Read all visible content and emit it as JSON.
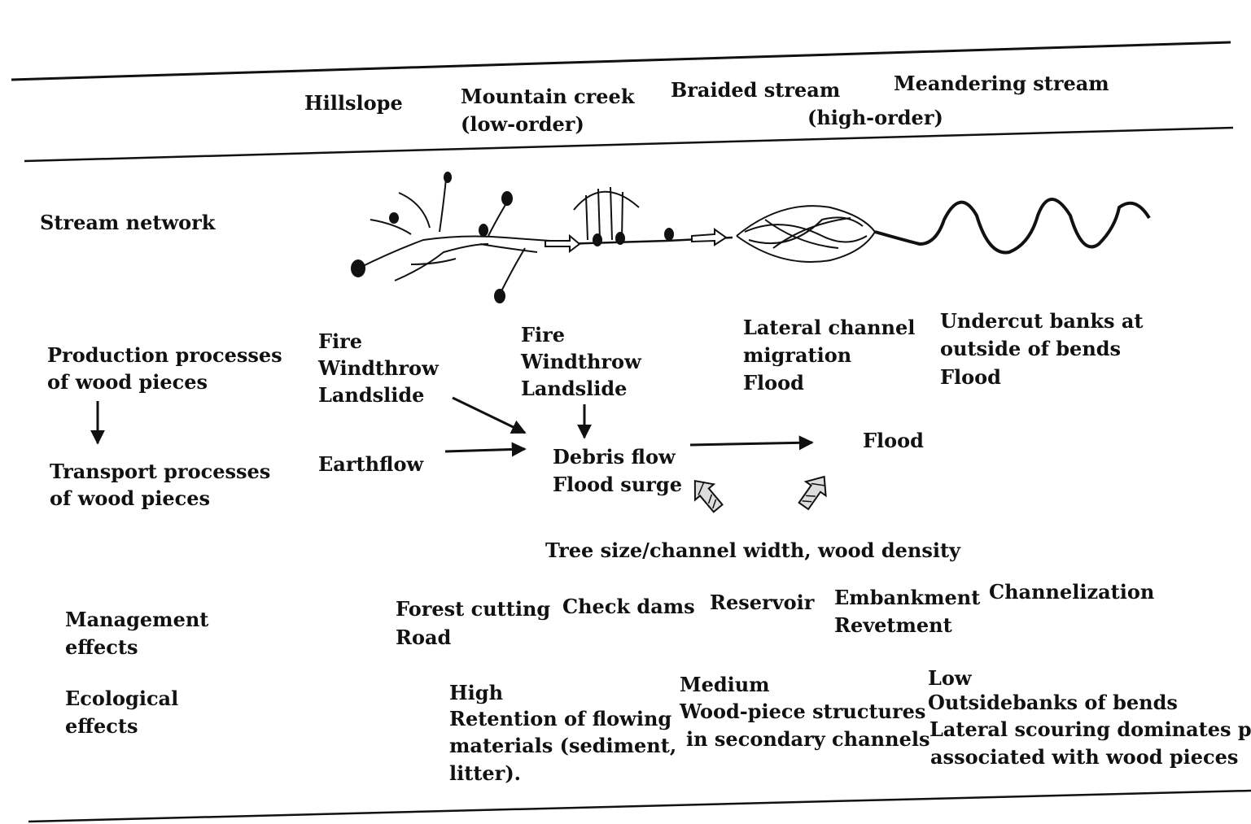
{
  "header": {
    "hillslope": "Hillslope",
    "mountain_creek": "Mountain creek",
    "mountain_creek_sub": "(low-order)",
    "braided_stream": "Braided stream",
    "meandering_stream": "Meandering stream",
    "meandering_sub": "(high-order)"
  },
  "rows": {
    "stream_network": "Stream network",
    "production_1": "Production processes",
    "production_2": "of wood pieces",
    "transport_1": "Transport processes",
    "transport_2": "of wood pieces",
    "management_1": "Management",
    "management_2": "effects",
    "ecological_1": "Ecological",
    "ecological_2": "effects"
  },
  "production": {
    "hillslope": [
      "Fire",
      "Windthrow",
      "Landslide"
    ],
    "mountain": [
      "Fire",
      "Windthrow",
      "Landslide"
    ],
    "braided": [
      "Lateral channel",
      "migration",
      "Flood"
    ],
    "meandering": [
      "Undercut banks at",
      "outside of bends",
      "Flood"
    ]
  },
  "transport": {
    "earthflow": "Earthflow",
    "debris_flow": "Debris flow",
    "flood_surge": "Flood surge",
    "flood": "Flood",
    "factors": "Tree size/channel width, wood density"
  },
  "management": {
    "forest_cutting": "Forest cutting",
    "road": "Road",
    "check_dams": "Check dams",
    "reservoir": "Reservoir",
    "embankment": "Embankment",
    "revetment": "Revetment",
    "channelization": "Channelization"
  },
  "ecological": {
    "high": [
      "High",
      "Retention of flowing",
      "materials (sediment,",
      "litter)."
    ],
    "medium": [
      "Medium",
      "Wood-piece structures",
      "in secondary channels"
    ],
    "low": [
      "Low",
      "Outsidebanks of bends",
      "Lateral scouring dominates pools",
      "associated with wood pieces"
    ]
  }
}
